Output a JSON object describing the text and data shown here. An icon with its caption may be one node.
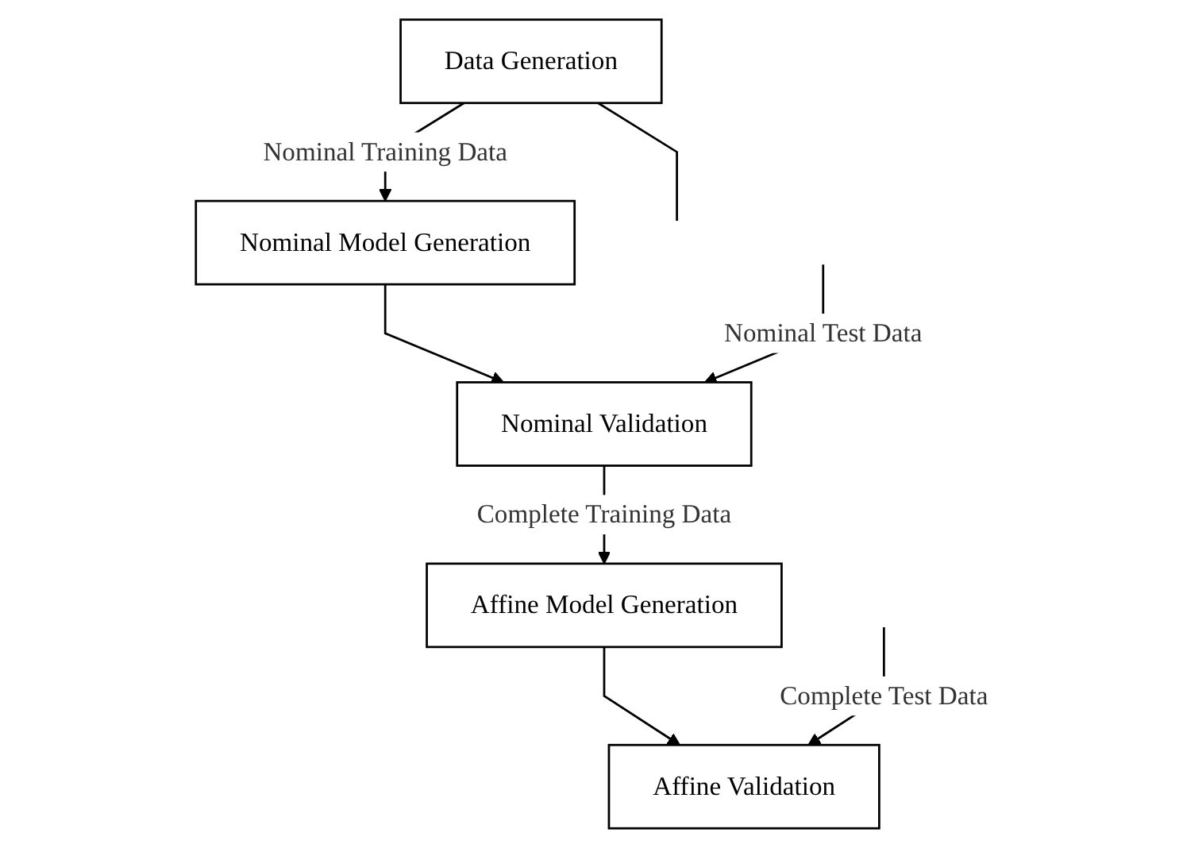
{
  "diagram": {
    "nodes": [
      {
        "text": [
          "Data Generation"
        ]
      },
      {
        "text": [
          "Nominal Model Generation"
        ]
      },
      {
        "text": [
          "Nominal Validation"
        ]
      },
      {
        "text": [
          "Affine Model Generation"
        ]
      },
      {
        "text": [
          "Affine Validation"
        ]
      }
    ],
    "edges": [
      {
        "from": 0,
        "to": 1,
        "arrow": "to",
        "label": "Nominal Training Data"
      },
      {
        "from": 0,
        "to": null,
        "arrow": "none"
      },
      {
        "from": 1,
        "to": 2,
        "arrow": "to"
      },
      {
        "from": null,
        "to": 2,
        "arrow": "to",
        "label": "Nominal Test Data"
      },
      {
        "from": 2,
        "to": 3,
        "arrow": "to",
        "label": "Complete Training Data"
      },
      {
        "from": 3,
        "to": 4,
        "arrow": "to"
      },
      {
        "from": null,
        "to": 4,
        "arrow": "to",
        "label": "Complete Test Data"
      }
    ]
  }
}
